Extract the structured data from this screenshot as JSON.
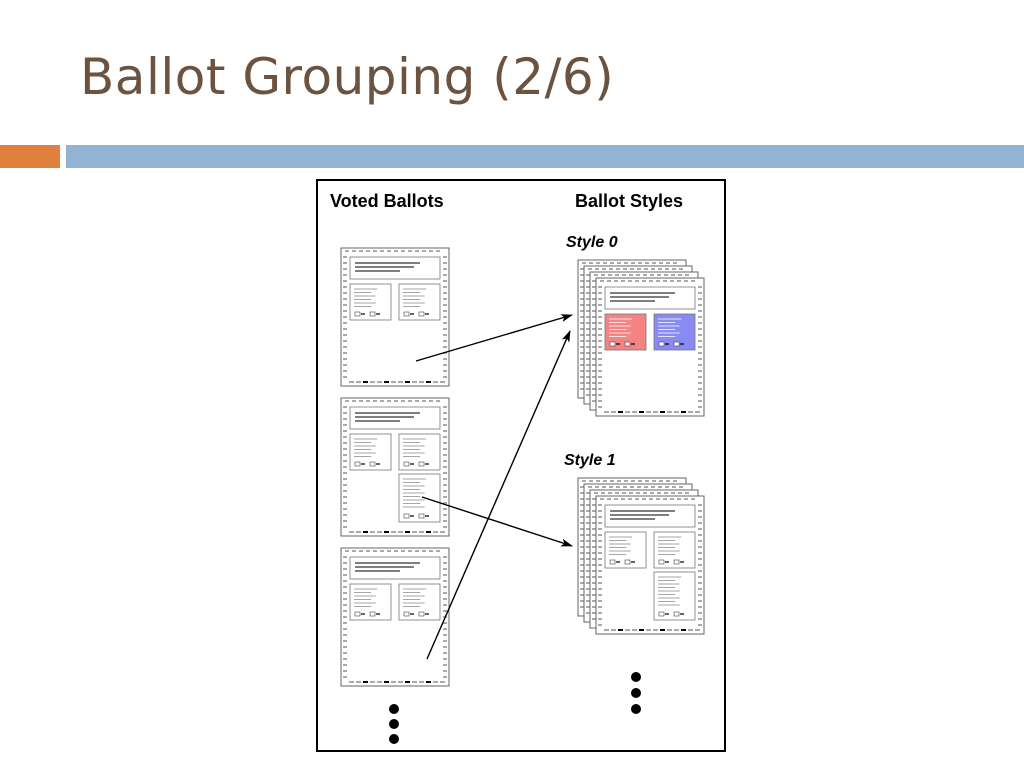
{
  "slide": {
    "title": "Ballot Grouping (2/6)"
  },
  "diagram": {
    "voted_heading": "Voted Ballots",
    "styles_heading": "Ballot Styles",
    "style_labels": [
      "Style 0",
      "Style 1"
    ]
  },
  "colors": {
    "title": "#6b5340",
    "accent_bar": "#e0803f",
    "header_bar": "#93b3d3",
    "style0_red": "#f48383",
    "style0_blue": "#8a8af5"
  }
}
